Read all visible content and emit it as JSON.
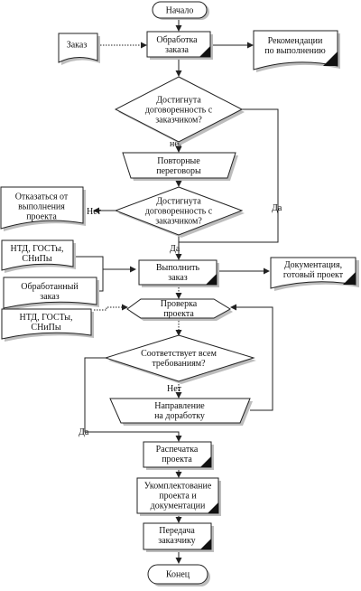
{
  "nodes": {
    "start": [
      "Начало"
    ],
    "order": [
      "Заказ"
    ],
    "process_order": [
      "Обработка",
      "заказа"
    ],
    "recommendations": [
      "Рекомендации",
      "по выполнению"
    ],
    "decision1": [
      "Достигнута",
      "договоренность с",
      "заказчиком?"
    ],
    "renegotiation": [
      "Повторные",
      "переговоры"
    ],
    "decision2": [
      "Достигнута",
      "договоренность с",
      "заказчиком?"
    ],
    "refuse": [
      "Отказаться от",
      "выполнения",
      "проекта"
    ],
    "ntd1": [
      "НТД, ГОСТы,",
      "СНиПы"
    ],
    "processed_order": [
      "Обработанный",
      "заказ"
    ],
    "execute": [
      "Выполнить",
      "заказ"
    ],
    "documentation": [
      "Документация,",
      "готовый проект"
    ],
    "ntd2": [
      "НТД, ГОСТы,",
      "СНиПы"
    ],
    "check": [
      "Проверка",
      "проекта"
    ],
    "decision3": [
      "Соответствует всем",
      "требованиям?"
    ],
    "rework": [
      "Направление",
      "на доработку"
    ],
    "print": [
      "Распечатка",
      "проекта"
    ],
    "assemble": [
      "Укомплектование",
      "проекта и",
      "документации"
    ],
    "transfer": [
      "Передача",
      "заказчику"
    ],
    "end": [
      "Конец"
    ]
  },
  "labels": {
    "no1": "нет",
    "no2": "Нет",
    "yes1": "Да",
    "yes2": "Да",
    "no3": "Нет",
    "yes3": "Да"
  }
}
